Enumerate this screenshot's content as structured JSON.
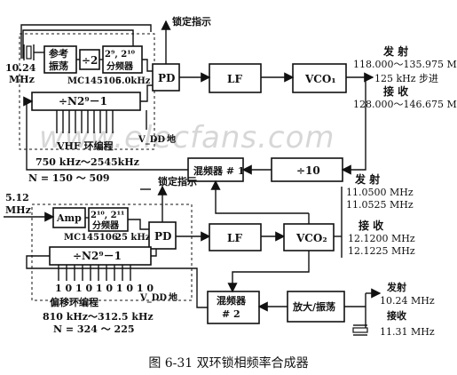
{
  "upper": {
    "crystal": "10.24",
    "crystal_unit": "MHz",
    "ref_osc": [
      "参考",
      "振荡"
    ],
    "div2": "÷2",
    "divider": [
      "2⁹, 2¹⁰",
      "分频器"
    ],
    "chip": "MC145106",
    "ref_freq": "5.0kHz",
    "pd": "PD",
    "lf": "LF",
    "vco": "VCO₁",
    "lock": "锁定指示",
    "prog_div": "÷N2⁹－1",
    "vdd": "V_DD",
    "gnd": "地",
    "loop_label": "VHF 环编程",
    "range": "750 kHz～2545kHz",
    "n_range": "N = 150 ～ 509",
    "tx_label": "发  射",
    "tx_freq": "118.000～135.975 MHz",
    "step": "125 kHz 步进",
    "rx_label": "接  收",
    "rx_freq": "128.000～146.675 MHz"
  },
  "middle": {
    "mixer1": "混频器 # 1",
    "div10": "÷10",
    "tx_label": "发  射",
    "tx_f1": "11.0500 MHz",
    "tx_f2": "11.0525 MHz",
    "rx_label": "接  收",
    "rx_f1": "12.1200 MHz",
    "rx_f2": "12.1225 MHz"
  },
  "lower": {
    "ref_in": "5.12",
    "ref_in_unit": "MHz",
    "amp": "Amp",
    "divider": [
      "2¹⁰, 2¹¹",
      "分频器"
    ],
    "chip": "MC145106",
    "ref_freq": "25 kHz",
    "pd": "PD",
    "lf": "LF",
    "vco": "VCO₂",
    "lock": "锁定指示",
    "prog_div": "÷N2⁹－1",
    "prog_bits": "1 0 1 0 1 0 1 0 1 0",
    "vdd": "V_DD",
    "gnd": "地",
    "loop_label": "偏移环编程",
    "range": "810 kHz～312.5 kHz",
    "n_range": "N = 324 ～ 225",
    "mixer2": [
      "混频器",
      "# 2"
    ],
    "amp_osc": "放大/振荡",
    "tx_label": "发射",
    "tx_freq": "10.24 MHz",
    "rx_label": "接收",
    "rx_freq": "11.31 MHz"
  },
  "watermark": "www.elecfans.com",
  "caption": "图 6-31  双环锁相频率合成器"
}
